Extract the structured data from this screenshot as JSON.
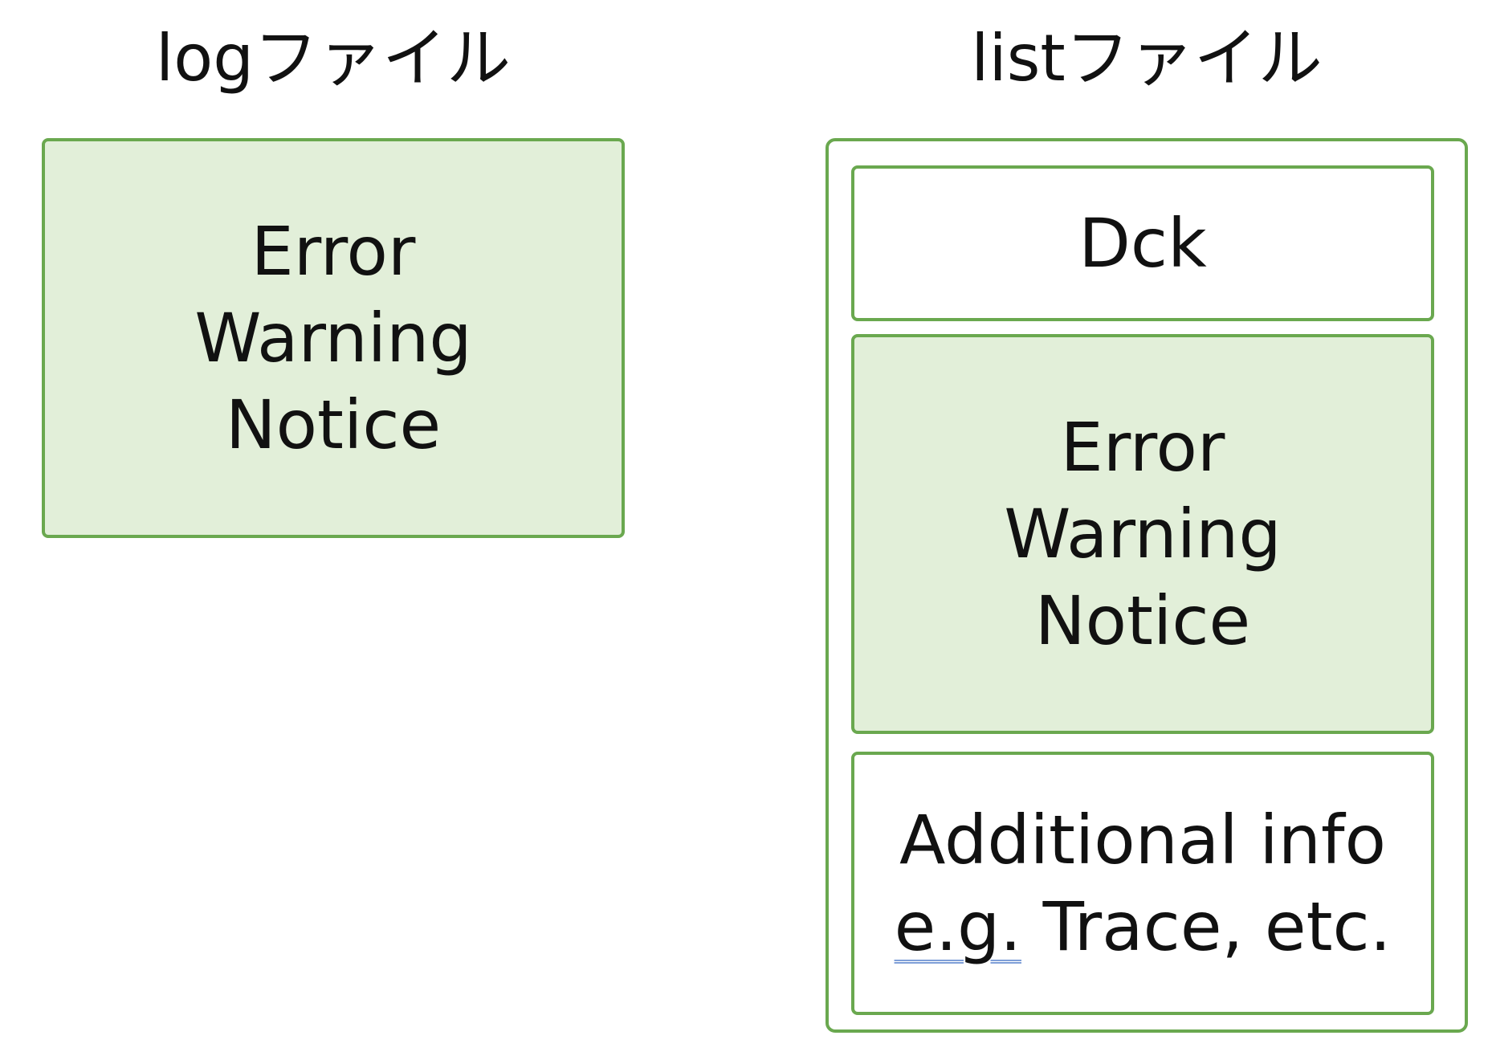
{
  "log_file": {
    "title": "logファイル",
    "lines": [
      "Error",
      "Warning",
      "Notice"
    ]
  },
  "list_file": {
    "title": "listファイル",
    "dck_label": "Dck",
    "lines": [
      "Error",
      "Warning",
      "Notice"
    ],
    "additional": {
      "line1": "Additional info",
      "eg": "e.g.",
      "line2_rest": " Trace, etc."
    }
  },
  "colors": {
    "border": "#6aa84f",
    "fill": "#e2efd9",
    "text": "#111111"
  }
}
